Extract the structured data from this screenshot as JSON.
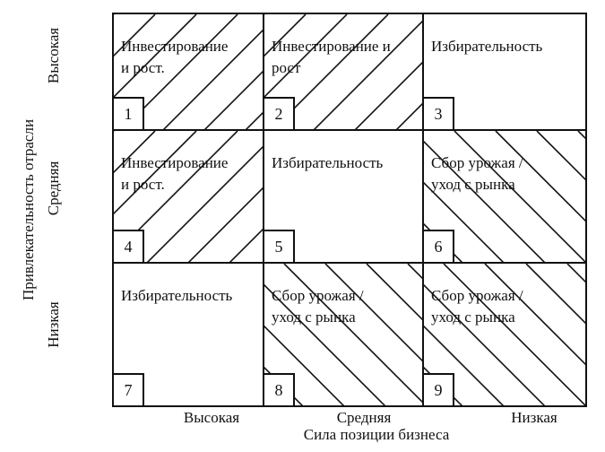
{
  "y_axis_title": "Привлекательность отрасли",
  "x_axis_title": "Сила позиции бизнеса",
  "rows": [
    "Высокая",
    "Средняя",
    "Низкая"
  ],
  "cols": [
    "Высокая",
    "Средняя",
    "Низкая"
  ],
  "cells": [
    {
      "number": "1",
      "label": "Инвестирование\nи рост.",
      "hatch": "up"
    },
    {
      "number": "2",
      "label": "Инвестирование и\nрост",
      "hatch": "up"
    },
    {
      "number": "3",
      "label": "Избирательность",
      "hatch": "none"
    },
    {
      "number": "4",
      "label": "Инвестирование\nи рост.",
      "hatch": "up"
    },
    {
      "number": "5",
      "label": "Избирательность",
      "hatch": "none"
    },
    {
      "number": "6",
      "label": "Сбор урожая /\nуход с рынка",
      "hatch": "down"
    },
    {
      "number": "7",
      "label": "Избирательность",
      "hatch": "none"
    },
    {
      "number": "8",
      "label": "Сбор урожая /\nуход с рынка",
      "hatch": "down"
    },
    {
      "number": "9",
      "label": "Сбор урожая /\nуход с рынка",
      "hatch": "down"
    }
  ]
}
